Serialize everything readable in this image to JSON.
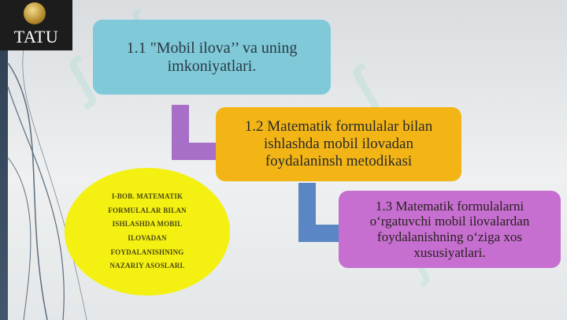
{
  "logo": {
    "text": "TATU"
  },
  "steps": [
    {
      "label": "1.1 \"Mobil ilova’’ va uning imkoniyatlari.",
      "color": "#7fc9d8"
    },
    {
      "label": "1.2 Matematik formulalar bilan ishlashda mobil ilovadan foydalaninsh metodikasi",
      "color": "#f2b515"
    },
    {
      "label": "1.3 Matematik formulalarni o‘rgatuvchi mobil ilovalardan foydalanishning o‘ziga xos xususiyatlari.",
      "color": "#c66fd0"
    }
  ],
  "chapter": {
    "label": "I-BOB. MATEMATIK\nFORMULALAR BILAN\nISHLASHDA MOBIL\nILOVADAN\nFOYDALANISHNING\nNAZARIY ASOSLARI.",
    "color": "#f4f012"
  },
  "colors": {
    "connector1": "#a86fc9",
    "connector2": "#5b86c5",
    "sidebar": "#2d3e52"
  }
}
